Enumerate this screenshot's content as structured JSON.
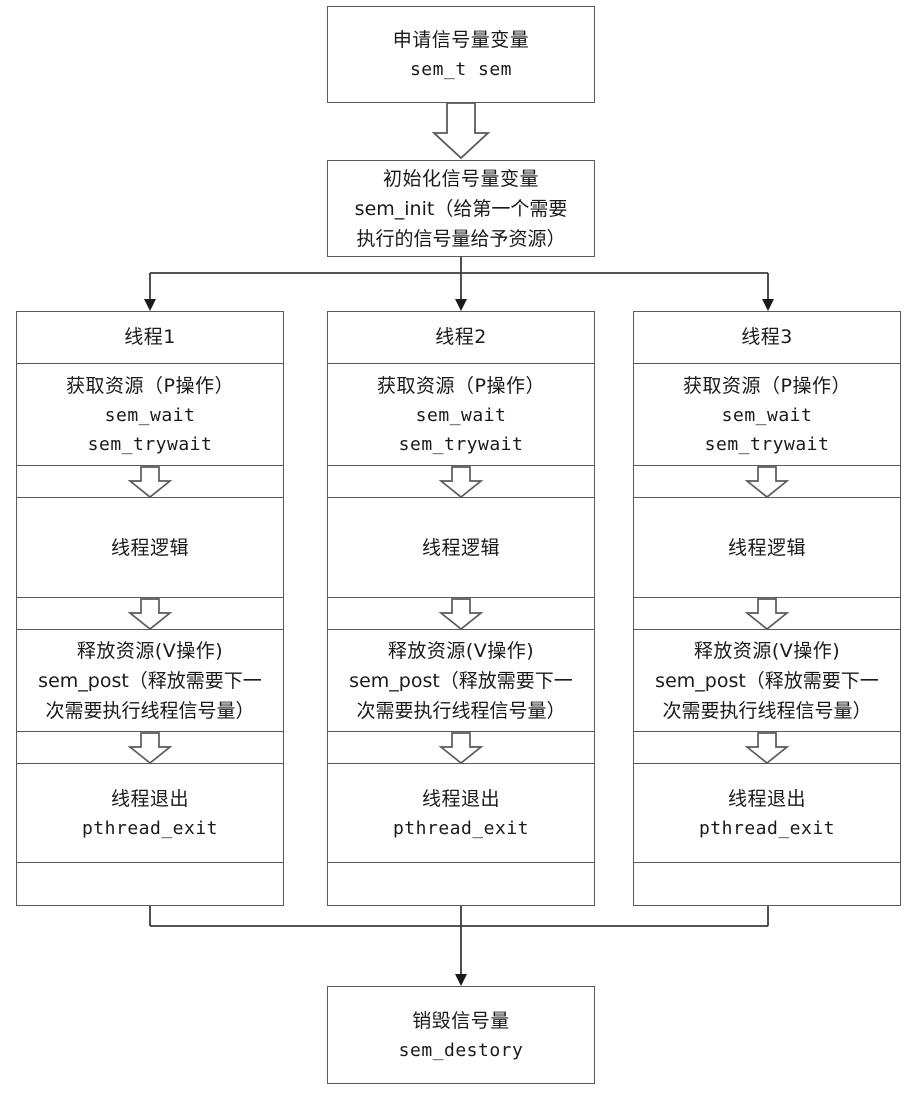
{
  "diagram": {
    "title_top": {
      "cn": "申请信号量变量",
      "code": "sem_t sem"
    },
    "init": {
      "line1": "初始化信号量变量",
      "line2": "sem_init（给第一个需要",
      "line3": "执行的信号量给予资源）"
    },
    "destroy": {
      "cn": "销毁信号量",
      "code": "sem_destory"
    },
    "threads": [
      {
        "header": "线程1"
      },
      {
        "header": "线程2"
      },
      {
        "header": "线程3"
      }
    ],
    "thread_steps": {
      "acquire": {
        "line1": "获取资源（P操作）",
        "line2": "sem_wait",
        "line3": "sem_trywait"
      },
      "logic": {
        "line1": "线程逻辑"
      },
      "release": {
        "line1": "释放资源(V操作)",
        "line2": "sem_post（释放需要下一",
        "line3": "次需要执行线程信号量）"
      },
      "exit": {
        "line1": "线程退出",
        "line2": "pthread_exit"
      }
    },
    "colors": {
      "stroke": "#5a5a5a",
      "arrow_line": "#3c3c3c",
      "text": "#1a1a1a",
      "background": "#ffffff"
    }
  }
}
